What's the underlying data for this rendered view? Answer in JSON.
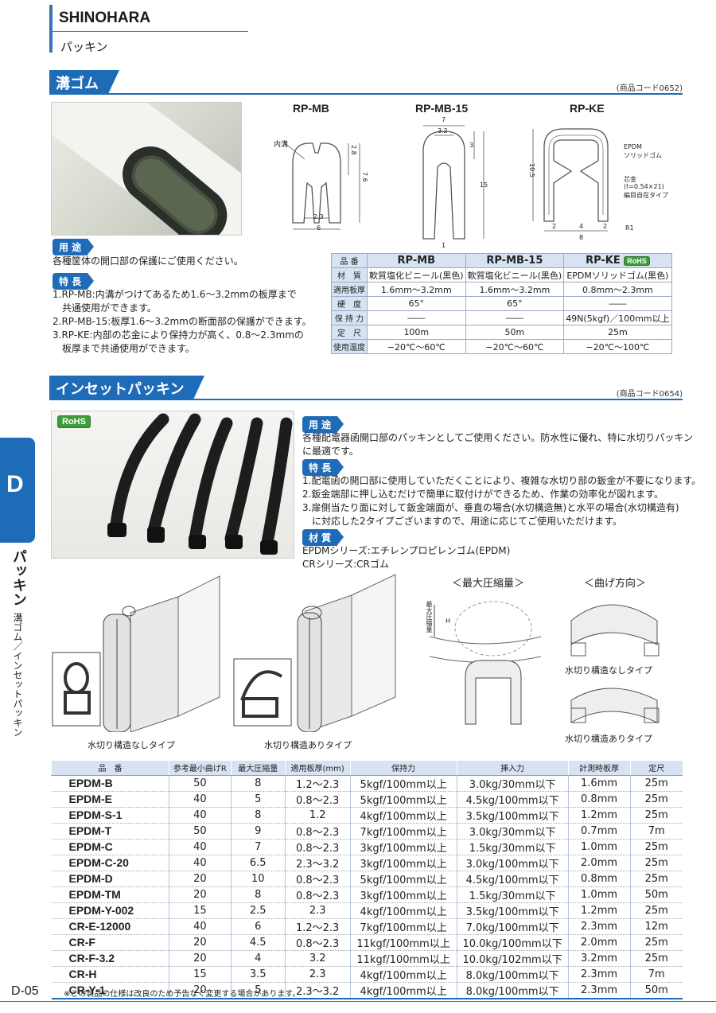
{
  "header": {
    "brand": "SHINOHARA",
    "category": "パッキン"
  },
  "section1": {
    "title": "溝ゴム",
    "code": "(商品コード0652)",
    "usage_label": "用 途",
    "usage_text": "各種筐体の開口部の保護にご使用ください。",
    "features_label": "特 長",
    "features": [
      "1.RP-MB:内溝がつけてあるため1.6～3.2mmの板厚まで",
      "　共通使用ができます。",
      "2.RP-MB-15:板厚1.6～3.2mmの断面部の保護ができます。",
      "3.RP-KE:内部の芯金により保持力が高く、0.8～2.3mmの",
      "　板厚まで共通使用ができます。"
    ],
    "diagrams": {
      "rp_mb": {
        "title": "RP-MB",
        "inner_groove": "内溝",
        "d1": "2.8",
        "d2": "7.6",
        "d3": "2.3",
        "d4": "6"
      },
      "rp_mb_15": {
        "title": "RP-MB-15",
        "d1": "7",
        "d2": "3.2",
        "d3": "3",
        "d4": "15",
        "d5": "1"
      },
      "rp_ke": {
        "title": "RP-KE",
        "epdm": "EPDM",
        "solid": "ソリッドゴム",
        "core1": "芯金",
        "core2": "(t=0.54×21)",
        "core3": "編目自在タイプ",
        "d1": "10.5",
        "d2": "2",
        "d3": "4",
        "d4": "2",
        "d5": "8",
        "d6": "R1"
      }
    },
    "table": {
      "head_label": "品 番",
      "columns": [
        "RP-MB",
        "RP-MB-15",
        "RP-KE"
      ],
      "rohs": "RoHS",
      "rows": [
        {
          "label": "材　質",
          "values": [
            "軟質塩化ビニール(黒色)",
            "軟質塩化ビニール(黒色)",
            "EPDMソリッドゴム(黒色)"
          ]
        },
        {
          "label": "適用板厚",
          "values": [
            "1.6mm～3.2mm",
            "1.6mm～3.2mm",
            "0.8mm～2.3mm"
          ]
        },
        {
          "label": "硬　度",
          "values": [
            "65°",
            "65°",
            "――"
          ]
        },
        {
          "label": "保 持 力",
          "values": [
            "――",
            "――",
            "49N(5kgf)／100mm以上"
          ]
        },
        {
          "label": "定　尺",
          "values": [
            "100m",
            "50m",
            "25m"
          ]
        },
        {
          "label": "使用温度",
          "values": [
            "−20℃～60℃",
            "−20℃～60℃",
            "−20℃～100℃"
          ]
        }
      ]
    }
  },
  "section2": {
    "title": "インセットパッキン",
    "code": "(商品コード0654)",
    "rohs": "RoHS",
    "usage_label": "用 途",
    "usage_text": [
      "各種配電器函開口部のパッキンとしてご使用ください。防水性に優れ、特に水切りパッキン",
      "に最適です。"
    ],
    "features_label": "特 長",
    "features": [
      "1.配電函の開口部に使用していただくことにより、複雑な水切り部の鈑金が不要になります。",
      "2.鈑金端部に押し込むだけで簡単に取付けができるため、作業の効率化が図れます。",
      "3.扉側当たり面に対して鈑金端面が、垂直の場合(水切構造無)と水平の場合(水切構造有)",
      "　に対応した2タイプございますので、用途に応じてご使用いただけます。"
    ],
    "material_label": "材 質",
    "materials": [
      "EPDMシリーズ:エチレンプロピレンゴム(EPDM)",
      "CRシリーズ:CRゴム"
    ],
    "diagrams": {
      "no_drain": "水切り構造なしタイプ",
      "with_drain": "水切り構造ありタイプ",
      "max_comp_title": "＜最大圧縮量＞",
      "max_comp_label": "最大圧縮量",
      "h": "H",
      "bend_title": "＜曲げ方向＞",
      "bend_no": "水切り構造なしタイプ",
      "bend_yes": "水切り構造ありタイプ"
    },
    "table": {
      "headers": [
        "品　番",
        "参考最小曲げR",
        "最大圧縮量",
        "適用板厚(mm)",
        "保持力",
        "挿入力",
        "計測時板厚",
        "定尺"
      ],
      "rows": [
        [
          "EPDM-B",
          "50",
          "8",
          "1.2～2.3",
          "5kgf/100mm以上",
          "3.0kg/30mm以下",
          "1.6mm",
          "25m"
        ],
        [
          "EPDM-E",
          "40",
          "5",
          "0.8～2.3",
          "5kgf/100mm以上",
          "4.5kg/100mm以下",
          "0.8mm",
          "25m"
        ],
        [
          "EPDM-S-1",
          "40",
          "8",
          "1.2",
          "4kgf/100mm以上",
          "3.5kg/100mm以下",
          "1.2mm",
          "25m"
        ],
        [
          "EPDM-T",
          "50",
          "9",
          "0.8～2.3",
          "7kgf/100mm以上",
          "3.0kg/30mm以下",
          "0.7mm",
          "7m"
        ],
        [
          "EPDM-C",
          "40",
          "7",
          "0.8～2.3",
          "3kgf/100mm以上",
          "1.5kg/30mm以下",
          "1.0mm",
          "25m"
        ],
        [
          "EPDM-C-20",
          "40",
          "6.5",
          "2.3～3.2",
          "3kgf/100mm以上",
          "3.0kg/100mm以下",
          "2.0mm",
          "25m"
        ],
        [
          "EPDM-D",
          "20",
          "10",
          "0.8～2.3",
          "5kgf/100mm以上",
          "4.5kg/100mm以下",
          "0.8mm",
          "25m"
        ],
        [
          "EPDM-TM",
          "20",
          "8",
          "0.8～2.3",
          "3kgf/100mm以上",
          "1.5kg/30mm以下",
          "1.0mm",
          "50m"
        ],
        [
          "EPDM-Y-002",
          "15",
          "2.5",
          "2.3",
          "4kgf/100mm以上",
          "3.5kg/100mm以下",
          "1.2mm",
          "25m"
        ],
        [
          "CR-E-12000",
          "40",
          "6",
          "1.2～2.3",
          "7kgf/100mm以上",
          "7.0kg/100mm以下",
          "2.3mm",
          "12m"
        ],
        [
          "CR-F",
          "20",
          "4.5",
          "0.8～2.3",
          "11kgf/100mm以上",
          "10.0kg/100mm以下",
          "2.0mm",
          "25m"
        ],
        [
          "CR-F-3.2",
          "20",
          "4",
          "3.2",
          "11kgf/100mm以上",
          "10.0kg/102mm以下",
          "3.2mm",
          "25m"
        ],
        [
          "CR-H",
          "15",
          "3.5",
          "2.3",
          "4kgf/100mm以上",
          "8.0kg/100mm以下",
          "2.3mm",
          "7m"
        ],
        [
          "CR-Y-1",
          "20",
          "5",
          "2.3～3.2",
          "4kgf/100mm以上",
          "8.0kg/100mm以下",
          "2.3mm",
          "50m"
        ]
      ]
    }
  },
  "side": {
    "letter": "D",
    "category": "パッキン",
    "sub": "溝ゴム／インセットパッキン"
  },
  "footer": {
    "page": "D-05",
    "note": "※この製品の仕様は改良のため予告なく変更する場合があります。"
  },
  "colors": {
    "accent": "#1e6bb8",
    "table_header": "#d7e3f3",
    "rohs": "#3e9b3a"
  }
}
